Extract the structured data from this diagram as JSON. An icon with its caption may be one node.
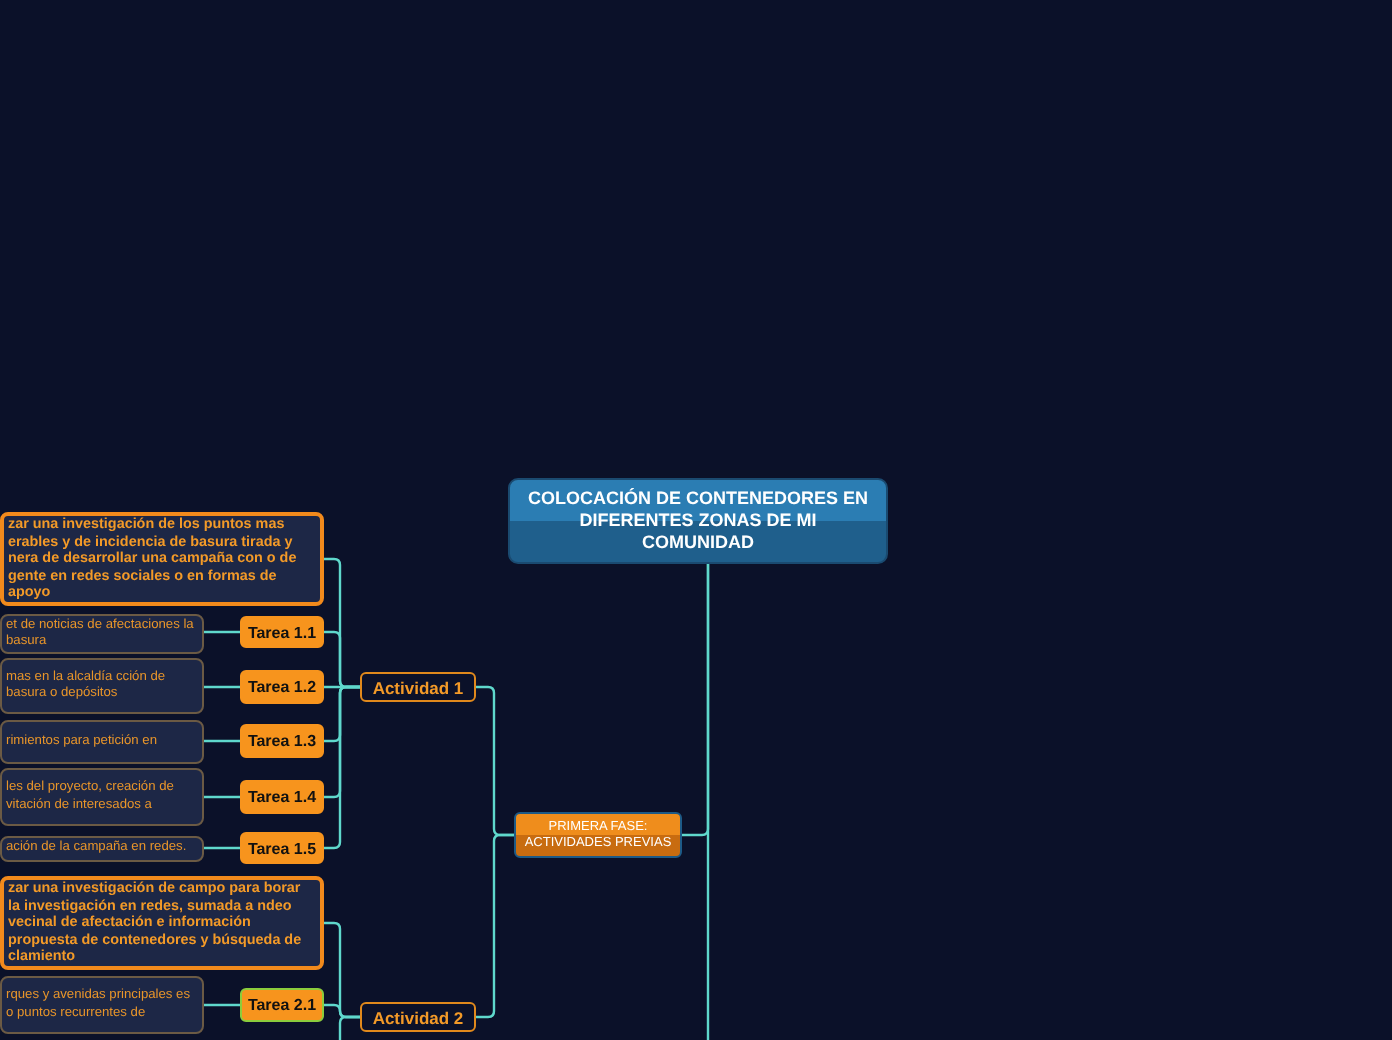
{
  "diagram": {
    "nodes": [
      {
        "text": [
          "COLOCACIÓN DE CONTENEDORES EN DIFERENTES ZONAS DE MI COMUNIDAD"
        ]
      },
      {
        "text": [
          "PRIMERA FASE: ACTIVIDADES PREVIAS"
        ]
      },
      {
        "text": [
          "Actividad 1"
        ]
      },
      {
        "text": [
          "zar una investigación de los puntos mas erables y de incidencia de basura tirada y nera de desarrollar una campaña con o de gente en redes sociales o en formas de apoyo"
        ]
      },
      {
        "text": [
          "Tarea 1.1"
        ]
      },
      {
        "text": [
          "et de noticias de afectaciones la basura"
        ]
      },
      {
        "text": [
          "Tarea 1.2"
        ]
      },
      {
        "text": [
          "mas en la alcaldía cción de basura o depósitos"
        ]
      },
      {
        "text": [
          "Tarea 1.3"
        ]
      },
      {
        "text": [
          "rimientos para petición en"
        ]
      },
      {
        "text": [
          "Tarea 1.4"
        ]
      },
      {
        "text": [
          "les del proyecto, creación de vitación de interesados a"
        ]
      },
      {
        "text": [
          "Tarea 1.5"
        ]
      },
      {
        "text": [
          "ación de la campaña en redes."
        ]
      },
      {
        "text": [
          "Actividad 2"
        ]
      },
      {
        "text": [
          "zar una investigación de campo para borar la investigación en redes, sumada a ndeo vecinal de afectación e información propuesta de contenedores y búsqueda de clamiento"
        ]
      },
      {
        "text": [
          "Tarea 2.1"
        ]
      },
      {
        "text": [
          "rques y avenidas principales es o puntos recurrentes de"
        ]
      }
    ],
    "edges": [
      {
        "from": 0,
        "to": 1,
        "arrow": "none"
      },
      {
        "from": 0,
        "to": null,
        "arrow": "none"
      },
      {
        "from": 1,
        "to": 2,
        "arrow": "none"
      },
      {
        "from": 1,
        "to": 14,
        "arrow": "none"
      },
      {
        "from": 2,
        "to": 3,
        "arrow": "none"
      },
      {
        "from": 2,
        "to": 4,
        "arrow": "none"
      },
      {
        "from": 2,
        "to": 6,
        "arrow": "none"
      },
      {
        "from": 2,
        "to": 8,
        "arrow": "none"
      },
      {
        "from": 2,
        "to": 10,
        "arrow": "none"
      },
      {
        "from": 2,
        "to": 12,
        "arrow": "none"
      },
      {
        "from": 4,
        "to": 5,
        "arrow": "none"
      },
      {
        "from": 6,
        "to": 7,
        "arrow": "none"
      },
      {
        "from": 8,
        "to": 9,
        "arrow": "none"
      },
      {
        "from": 10,
        "to": 11,
        "arrow": "none"
      },
      {
        "from": 12,
        "to": 13,
        "arrow": "none"
      },
      {
        "from": 14,
        "to": 15,
        "arrow": "none"
      },
      {
        "from": 14,
        "to": 16,
        "arrow": "none"
      },
      {
        "from": 14,
        "to": null,
        "arrow": "none"
      },
      {
        "from": 16,
        "to": 17,
        "arrow": "none"
      }
    ]
  }
}
